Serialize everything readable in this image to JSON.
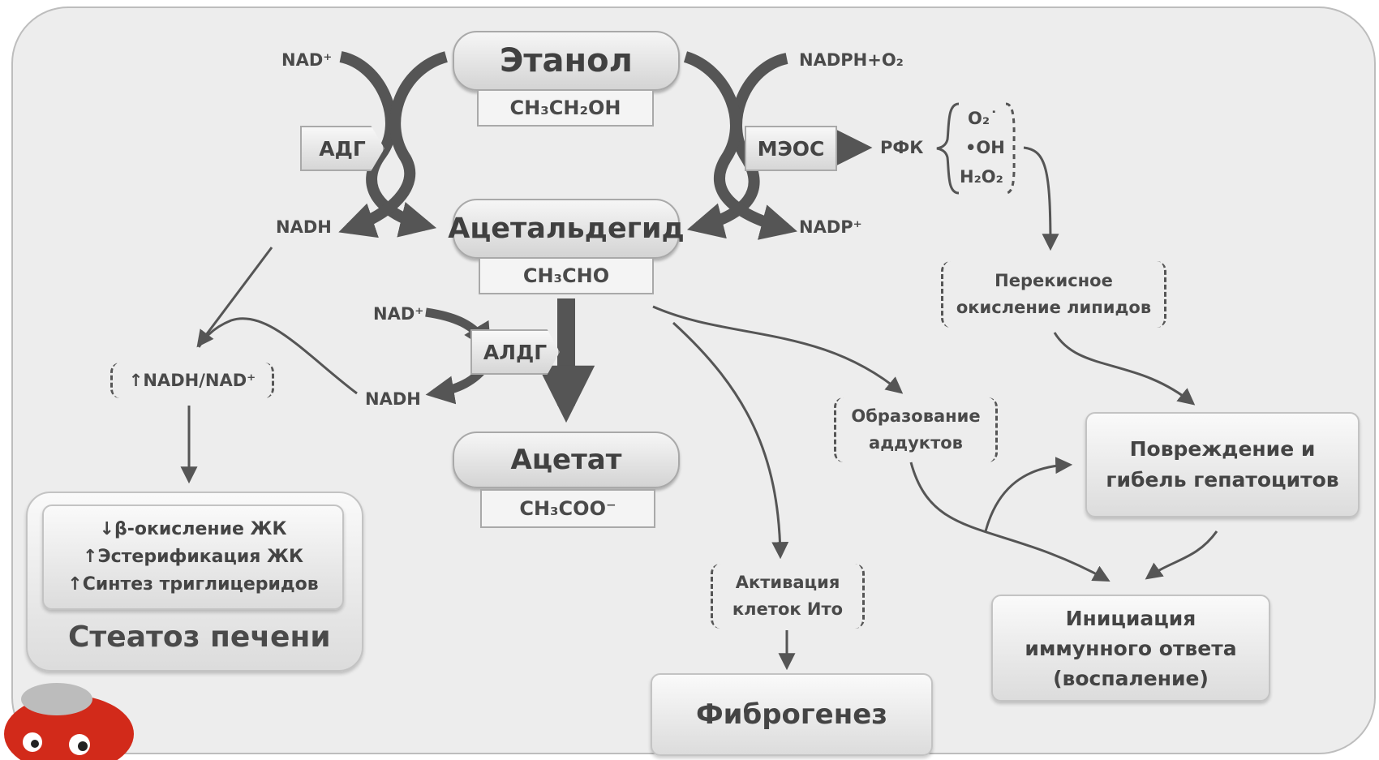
{
  "nodes": {
    "ethanol": "Этанол",
    "ethanol_formula": "CH₃CH₂OH",
    "acetaldehyde": "Ацетальдегид",
    "acetaldehyde_formula": "CH₃CHO",
    "acetate": "Ацетат",
    "acetate_formula": "CH₃COO⁻"
  },
  "enzymes": {
    "adh": "АДГ",
    "meos": "МЭОС",
    "aldh": "АЛДГ"
  },
  "cofactors": {
    "nad_top": "NAD⁺",
    "nadh_left": "NADH",
    "nadph_o2": "NADPH+O₂",
    "nadp": "NADP⁺",
    "nad_aldh": "NAD⁺",
    "nadh_aldh": "NADH"
  },
  "ros": {
    "label": "РФК",
    "items": [
      "O₂˙",
      "•OH",
      "H₂O₂"
    ]
  },
  "ratio": "↑NADH/NAD⁺",
  "steatosis": {
    "lines": [
      "↓β-окисление ЖК",
      "↑Эстерификация ЖК",
      "↑Синтез триглицеридов"
    ],
    "title": "Стеатоз печени"
  },
  "outcomes": {
    "lipid_peroxidation": [
      "Перекисное",
      "окисление липидов"
    ],
    "adducts": [
      "Образование",
      "аддуктов"
    ],
    "ito_activation": [
      "Активация",
      "клеток Ито"
    ],
    "fibrogenesis": "Фиброгенез",
    "hepatocyte_damage": [
      "Повреждение и",
      "гибель гепатоцитов"
    ],
    "immune_response": [
      "Инициация",
      "иммунного ответа",
      "(воспаление)"
    ]
  },
  "colors": {
    "arrow": "#555555",
    "box_border": "#a9a9a9",
    "background": "#ededed"
  }
}
